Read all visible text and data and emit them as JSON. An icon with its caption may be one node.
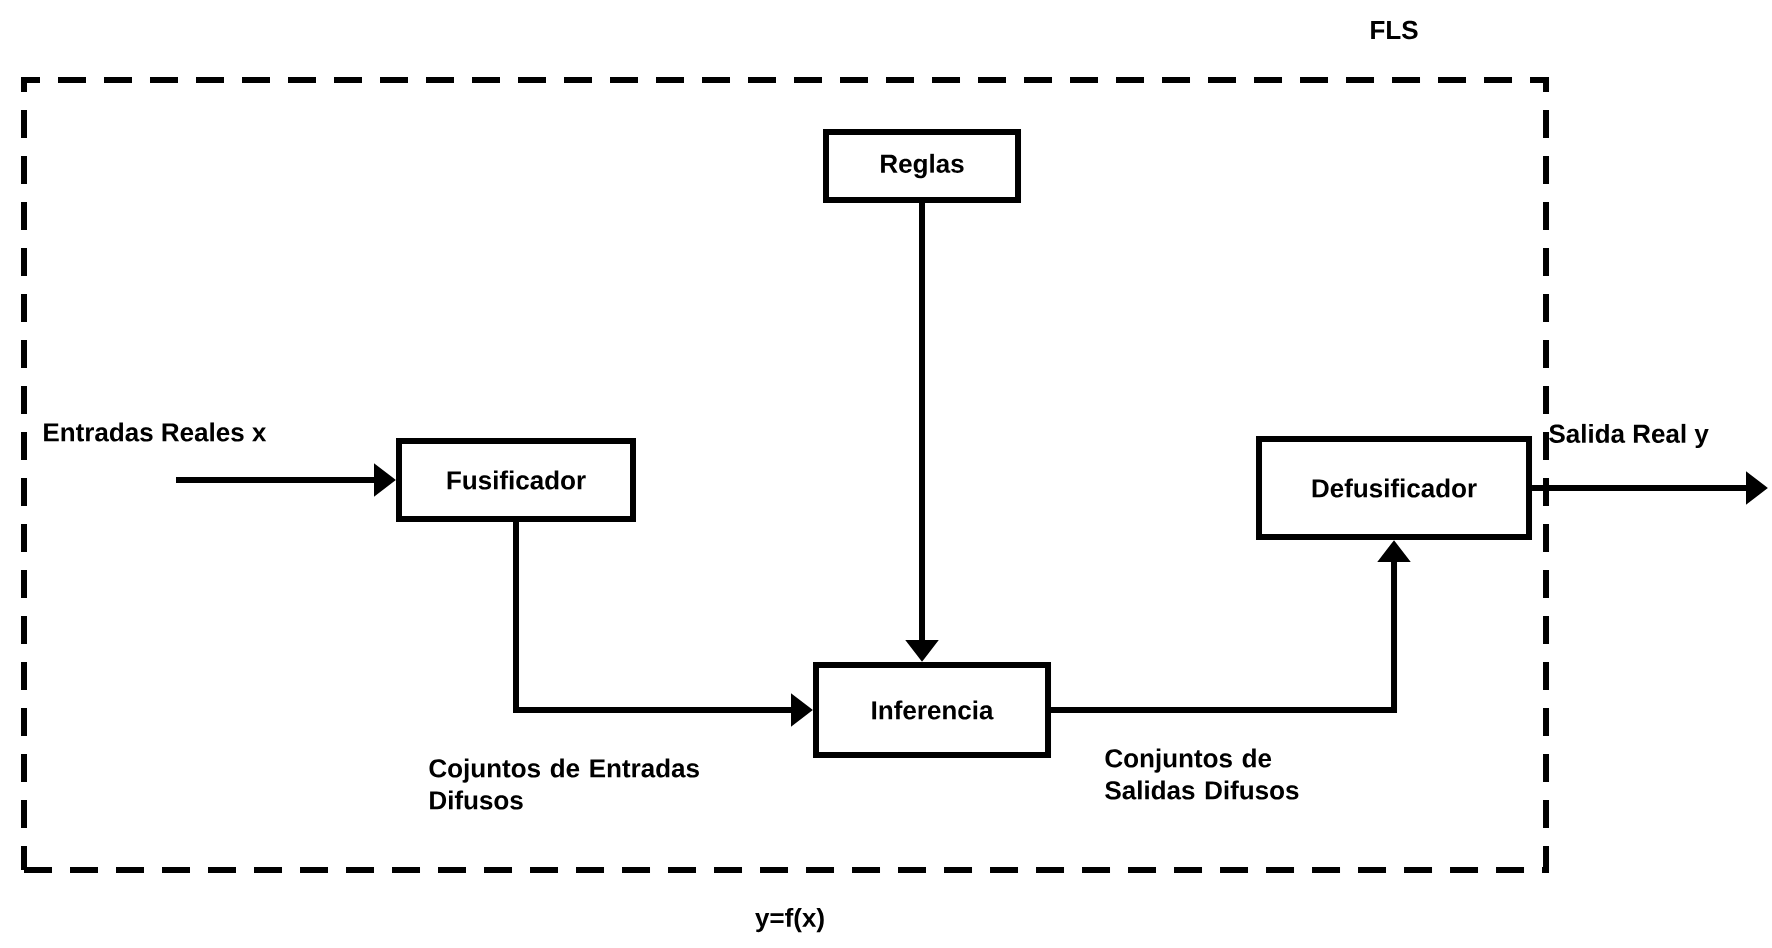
{
  "diagram": {
    "nodes": [
      {
        "text": [
          "FLS"
        ],
        "beside": [
          "y=f(x)"
        ]
      },
      {
        "text": [
          "Reglas"
        ],
        "in": 0
      },
      {
        "text": [
          "Fusificador"
        ],
        "in": 0
      },
      {
        "text": [
          "Inferencia"
        ],
        "in": 0
      },
      {
        "text": [
          "Defusificador"
        ],
        "in": 0
      }
    ],
    "edges": [
      {
        "from": null,
        "to": 2,
        "arrow": "to",
        "label": "Entradas Reales x"
      },
      {
        "from": 2,
        "to": 3,
        "arrow": "to",
        "label": "Cojuntos de Entradas Difusos"
      },
      {
        "from": 1,
        "to": 3,
        "arrow": "to"
      },
      {
        "from": 3,
        "to": 4,
        "arrow": "to",
        "label": "Conjuntos de Salidas Difusos"
      },
      {
        "from": 4,
        "to": null,
        "arrow": "to",
        "label": "Salida Real y"
      }
    ]
  }
}
